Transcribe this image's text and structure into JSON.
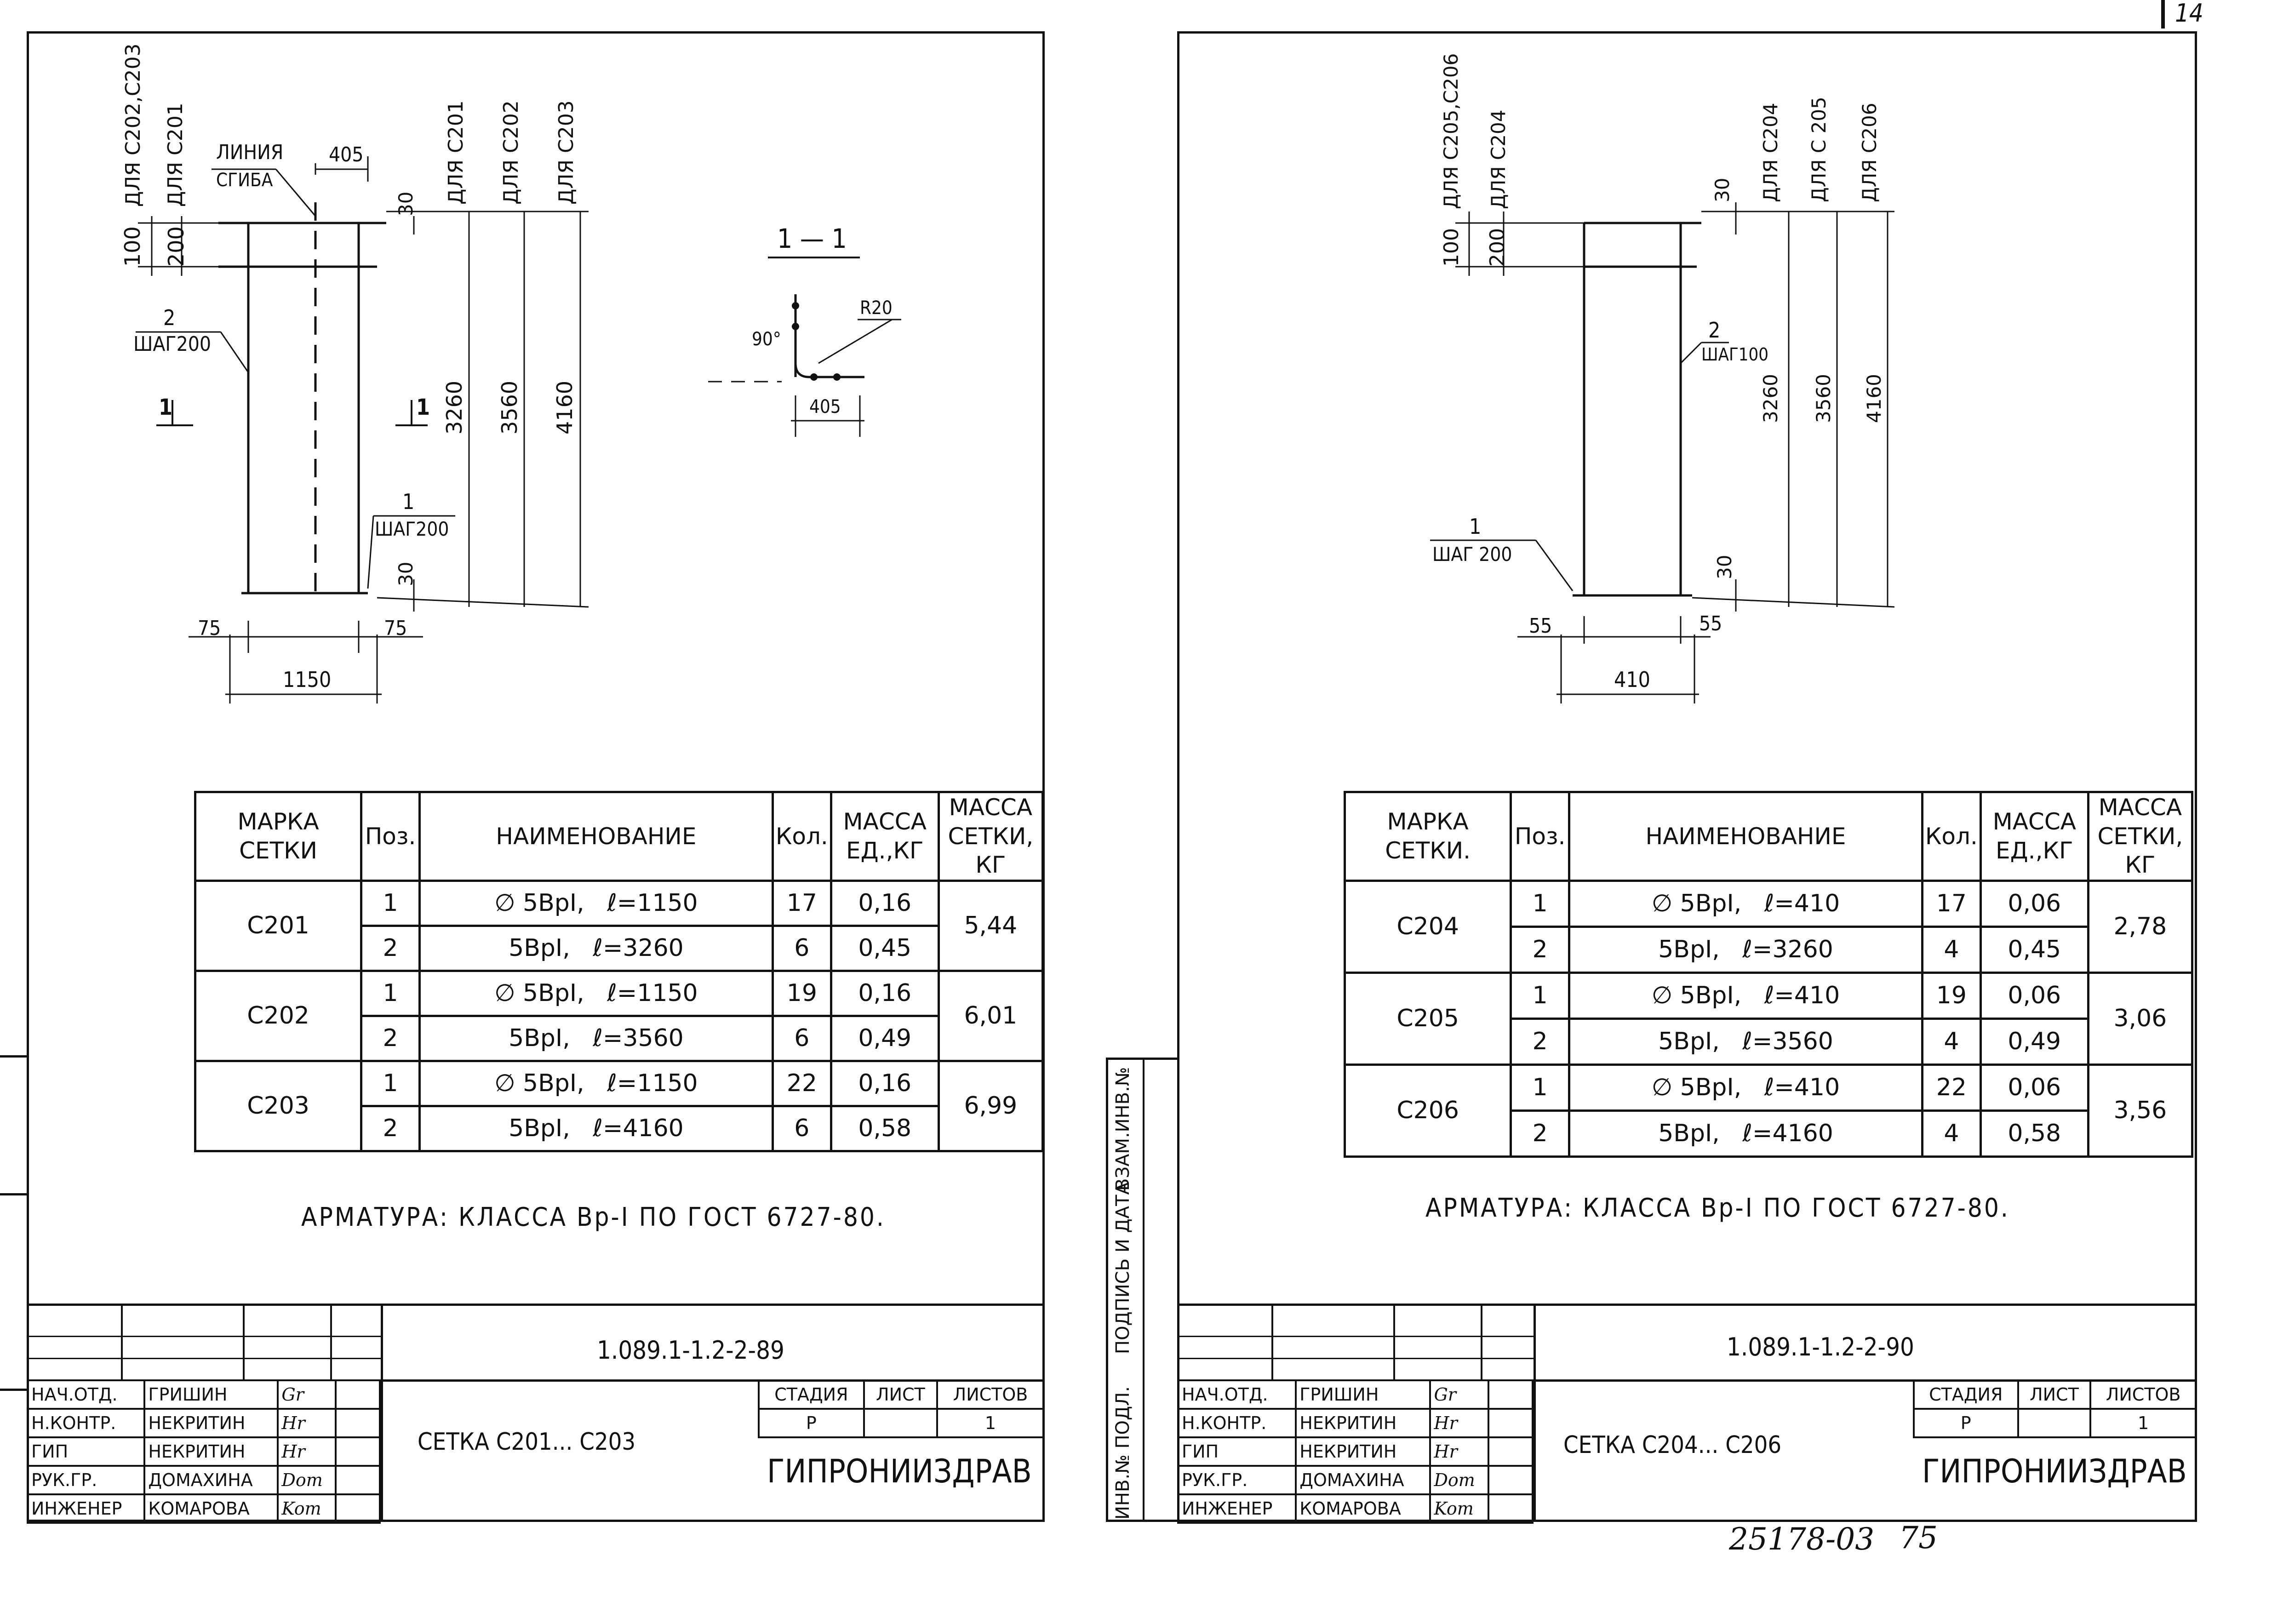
{
  "page_marks": {
    "sheet_number": "14",
    "archive_code": "25178-03",
    "archive_page": "75"
  },
  "side_stamp": {
    "col1": "ИНВ.№ ПОДЛ.",
    "col2": "ПОДПИСЬ И ДАТА",
    "col3": "ВЗАМ.ИНВ.№"
  },
  "left_sheet": {
    "dims": {
      "top_100": "100",
      "top_200": "200",
      "for_c202_c203": "ДЛЯ С202,С203",
      "for_c201": "ДЛЯ С201",
      "bend_line_1": "ЛИНИЯ",
      "bend_line_2": "СГИБА",
      "d405": "405",
      "d30_top": "30",
      "for_c201_r": "ДЛЯ С201",
      "for_c202_r": "ДЛЯ С202",
      "for_c203_r": "ДЛЯ С203",
      "pos2": "2",
      "step200_a": "ШАГ200",
      "section_mark_l": "1",
      "section_mark_r": "1",
      "d3260": "3260",
      "d3560": "3560",
      "d4160": "4160",
      "pos1": "1",
      "step200_b": "ШАГ200",
      "d30_bot": "30",
      "d75_l": "75",
      "d75_r": "75",
      "d1150": "1150"
    },
    "section": {
      "title": "1 — 1",
      "radius": "R20",
      "angle": "90°",
      "width": "405"
    },
    "table": {
      "headers": [
        "МАРКА СЕТКИ",
        "Поз.",
        "НАИМЕНОВАНИЕ",
        "Кол.",
        "МАССА ЕД.,КГ",
        "МАССА СЕТКИ, КГ"
      ],
      "groups": [
        {
          "mark": "С201",
          "total": "5,44",
          "rows": [
            {
              "pos": "1",
              "name": "∅ 5ВрI,",
              "len": "ℓ=1150",
              "qty": "17",
              "mass": "0,16"
            },
            {
              "pos": "2",
              "name": "5ВрI,",
              "len": "ℓ=3260",
              "qty": "6",
              "mass": "0,45"
            }
          ]
        },
        {
          "mark": "С202",
          "total": "6,01",
          "rows": [
            {
              "pos": "1",
              "name": "∅ 5ВрI,",
              "len": "ℓ=1150",
              "qty": "19",
              "mass": "0,16"
            },
            {
              "pos": "2",
              "name": "5ВрI,",
              "len": "ℓ=3560",
              "qty": "6",
              "mass": "0,49"
            }
          ]
        },
        {
          "mark": "С203",
          "total": "6,99",
          "rows": [
            {
              "pos": "1",
              "name": "∅ 5ВрI,",
              "len": "ℓ=1150",
              "qty": "22",
              "mass": "0,16"
            },
            {
              "pos": "2",
              "name": "5ВрI,",
              "len": "ℓ=4160",
              "qty": "6",
              "mass": "0,58"
            }
          ]
        }
      ]
    },
    "note": "АРМАТУРА: КЛАССА Вр-I ПО ГОСТ 6727-80.",
    "stamp": {
      "doc_code": "1.089.1-1.2-2-89",
      "title": "СЕТКА С201... С203",
      "stage_label": "СТАДИЯ",
      "sheet_label": "ЛИСТ",
      "sheets_label": "ЛИСТОВ",
      "stage": "Р",
      "sheet": "",
      "sheets": "1",
      "org": "ГИПРОНИИЗДРАВ",
      "people": [
        {
          "role": "НАЧ.ОТД.",
          "name": "ГРИШИН",
          "sig": "Gr"
        },
        {
          "role": "Н.КОНТР.",
          "name": "НЕКРИТИН",
          "sig": "Hr"
        },
        {
          "role": "ГИП",
          "name": "НЕКРИТИН",
          "sig": "Hr"
        },
        {
          "role": "РУК.ГР.",
          "name": "ДОМАХИНА",
          "sig": "Dom"
        },
        {
          "role": "ИНЖЕНЕР",
          "name": "КОМАРОВА",
          "sig": "Kom"
        }
      ]
    }
  },
  "right_sheet": {
    "dims": {
      "top_100": "100",
      "top_200": "200",
      "for_c205_c206": "ДЛЯ С205,С206",
      "for_c204": "ДЛЯ С204",
      "d30_top": "30",
      "for_c204_r": "ДЛЯ С204",
      "for_c205_r": "ДЛЯ С 205",
      "for_c206_r": "ДЛЯ С206",
      "pos2": "2",
      "step100": "ШАГ100",
      "d3260": "3260",
      "d3560": "3560",
      "d4160": "4160",
      "pos1": "1",
      "step200": "ШАГ 200",
      "d30_bot": "30",
      "d55_l": "55",
      "d55_r": "55",
      "d410": "410"
    },
    "table": {
      "headers": [
        "МАРКА СЕТКИ.",
        "Поз.",
        "НАИМЕНОВАНИЕ",
        "Кол.",
        "МАССА ЕД.,КГ",
        "МАССА СЕТКИ, КГ"
      ],
      "groups": [
        {
          "mark": "С204",
          "total": "2,78",
          "rows": [
            {
              "pos": "1",
              "name": "∅ 5ВрI,",
              "len": "ℓ=410",
              "qty": "17",
              "mass": "0,06"
            },
            {
              "pos": "2",
              "name": "5ВрI,",
              "len": "ℓ=3260",
              "qty": "4",
              "mass": "0,45"
            }
          ]
        },
        {
          "mark": "С205",
          "total": "3,06",
          "rows": [
            {
              "pos": "1",
              "name": "∅ 5ВрI,",
              "len": "ℓ=410",
              "qty": "19",
              "mass": "0,06"
            },
            {
              "pos": "2",
              "name": "5ВрI,",
              "len": "ℓ=3560",
              "qty": "4",
              "mass": "0,49"
            }
          ]
        },
        {
          "mark": "С206",
          "total": "3,56",
          "rows": [
            {
              "pos": "1",
              "name": "∅ 5ВрI,",
              "len": "ℓ=410",
              "qty": "22",
              "mass": "0,06"
            },
            {
              "pos": "2",
              "name": "5ВрI,",
              "len": "ℓ=4160",
              "qty": "4",
              "mass": "0,58"
            }
          ]
        }
      ]
    },
    "note": "АРМАТУРА: КЛАССА Вр-I ПО ГОСТ 6727-80.",
    "stamp": {
      "doc_code": "1.089.1-1.2-2-90",
      "title": "СЕТКА С204... С206",
      "stage_label": "СТАДИЯ",
      "sheet_label": "ЛИСТ",
      "sheets_label": "ЛИСТОВ",
      "stage": "Р",
      "sheet": "",
      "sheets": "1",
      "org": "ГИПРОНИИЗДРАВ",
      "people": [
        {
          "role": "НАЧ.ОТД.",
          "name": "ГРИШИН",
          "sig": "Gr"
        },
        {
          "role": "Н.КОНТР.",
          "name": "НЕКРИТИН",
          "sig": "Hr"
        },
        {
          "role": "ГИП",
          "name": "НЕКРИТИН",
          "sig": "Hr"
        },
        {
          "role": "РУК.ГР.",
          "name": "ДОМАХИНА",
          "sig": "Dom"
        },
        {
          "role": "ИНЖЕНЕР",
          "name": "КОМАРОВА",
          "sig": "Kom"
        }
      ]
    }
  }
}
